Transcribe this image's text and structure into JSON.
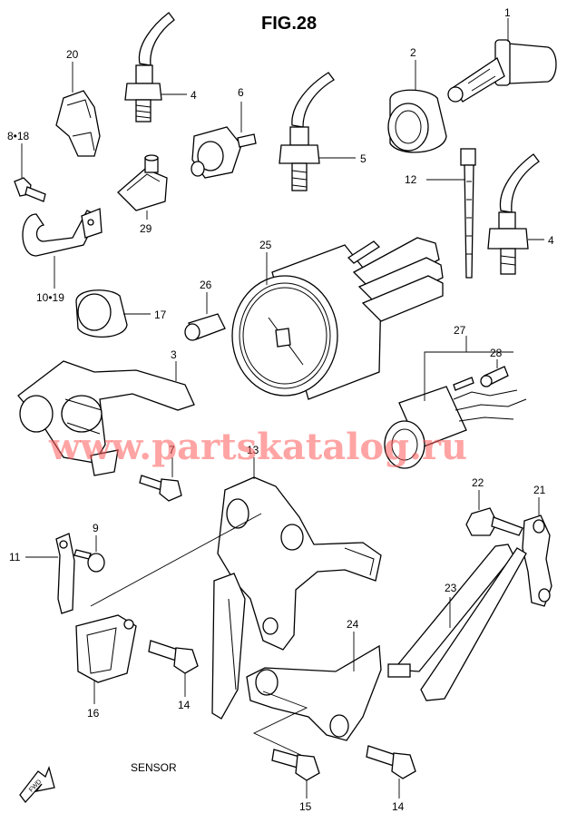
{
  "figure": {
    "title": "FIG.28",
    "caption": "SENSOR",
    "fwd_label": "FWD"
  },
  "watermark": "www.partskatalog.ru",
  "callouts": {
    "c1": "1",
    "c2": "2",
    "c3": "3",
    "c4a": "4",
    "c4b": "4",
    "c5": "5",
    "c6": "6",
    "c7": "7",
    "c8_18": "8•18",
    "c9": "9",
    "c10_19": "10•19",
    "c11": "11",
    "c12": "12",
    "c13": "13",
    "c14a": "14",
    "c14b": "14",
    "c15": "15",
    "c16": "16",
    "c17": "17",
    "c20": "20",
    "c21": "21",
    "c22": "22",
    "c23": "23",
    "c24": "24",
    "c25": "25",
    "c26": "26",
    "c27": "27",
    "c28": "28",
    "c29": "29"
  }
}
